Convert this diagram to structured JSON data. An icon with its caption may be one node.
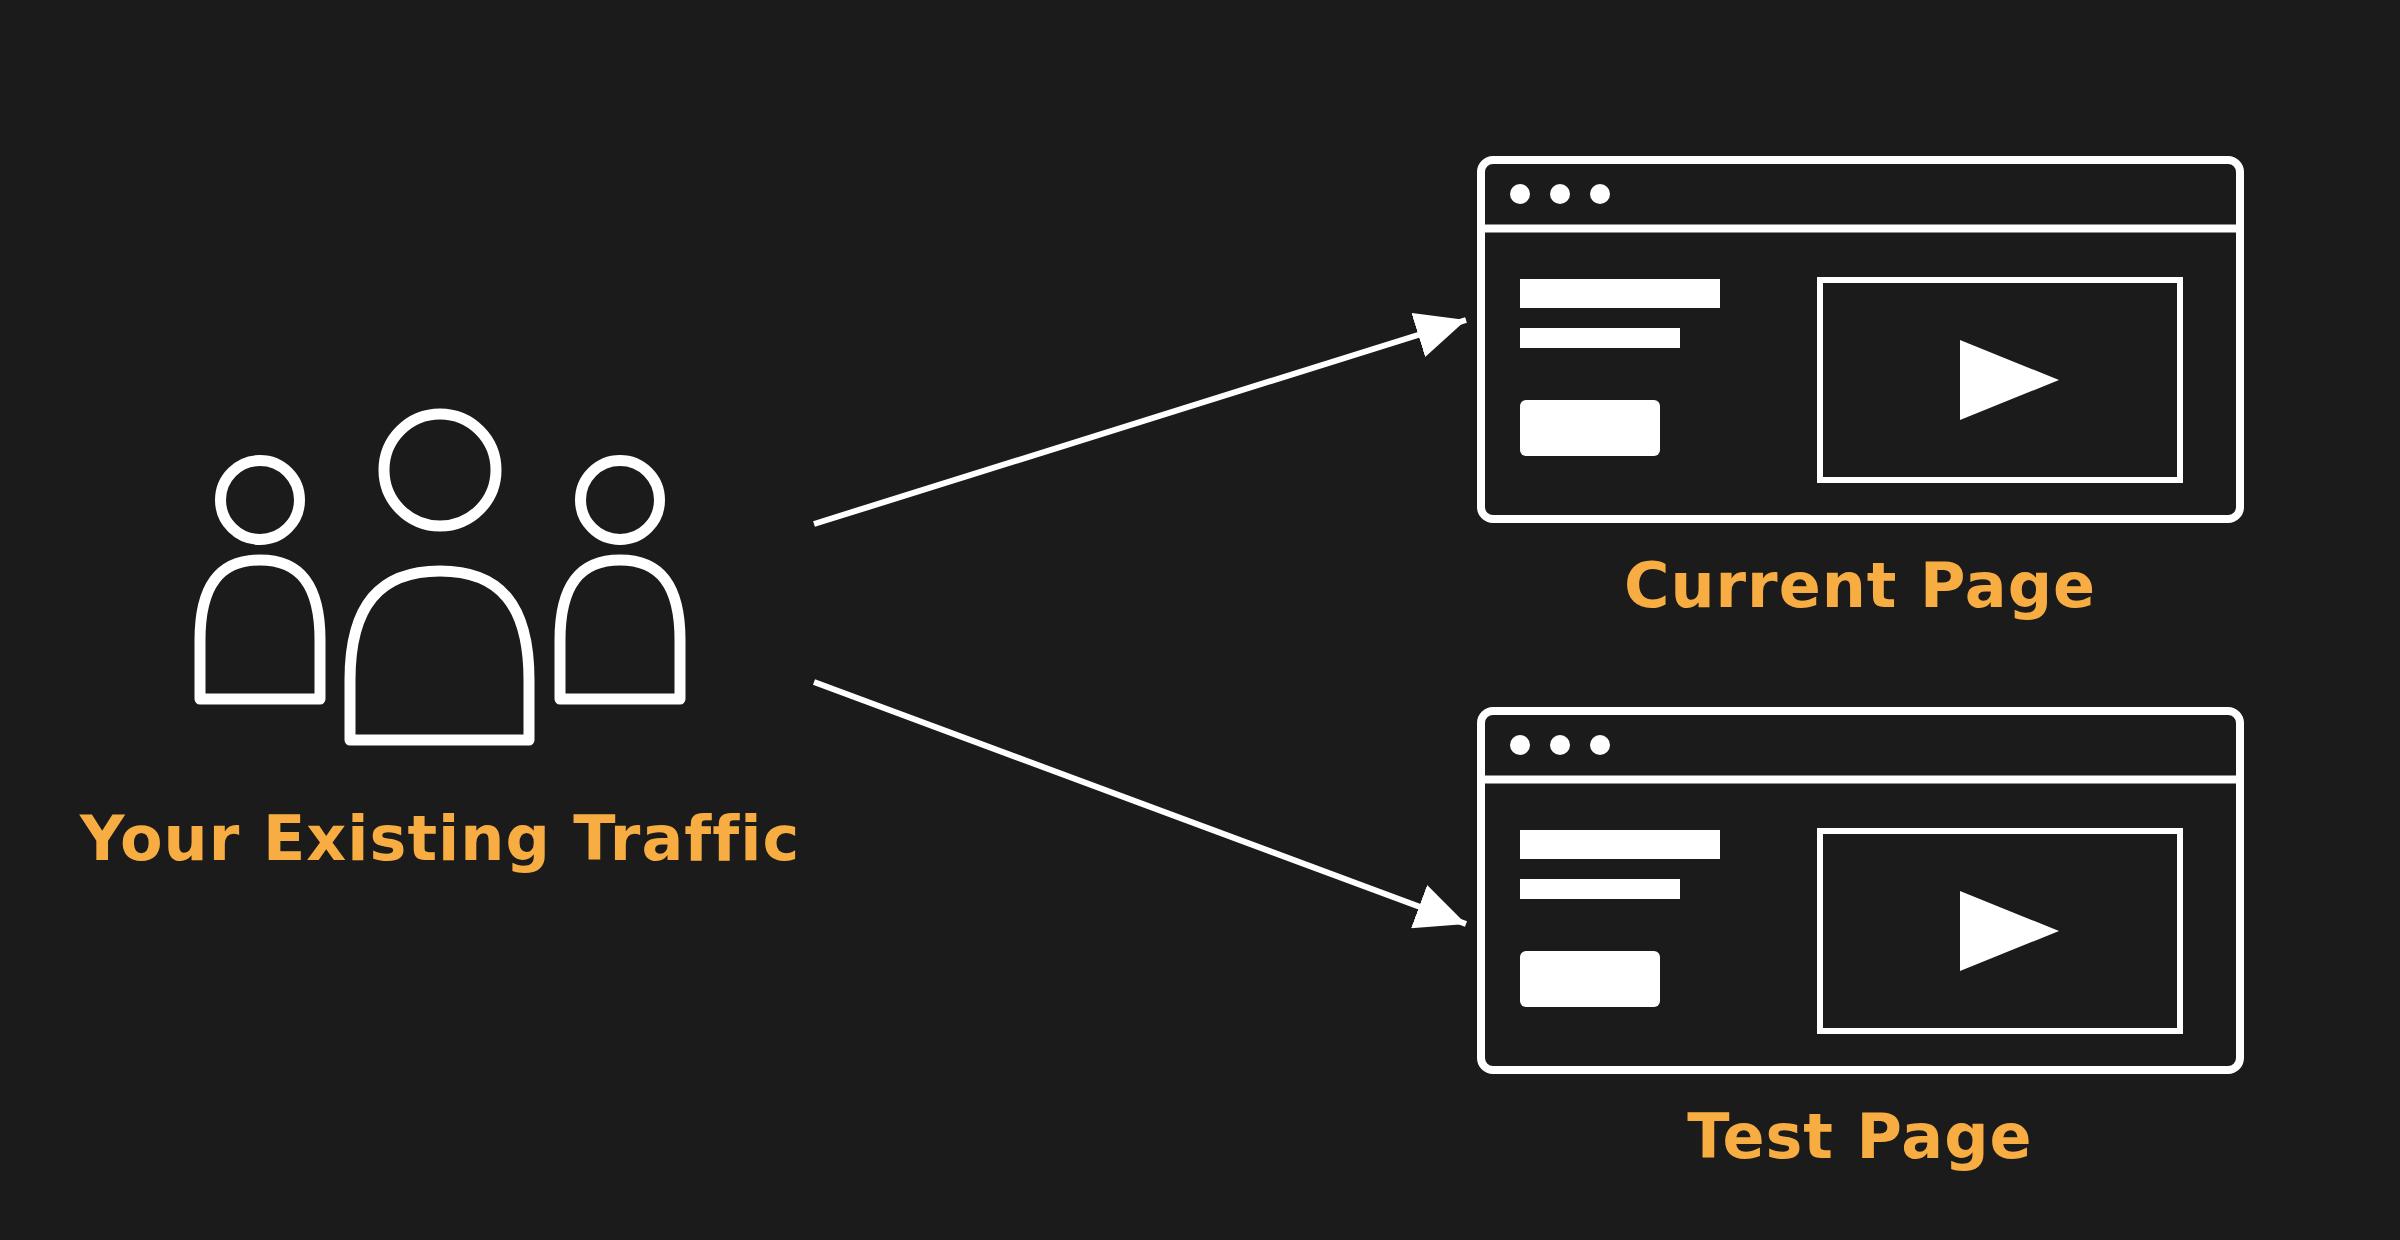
{
  "diagram": {
    "nodes": [
      {
        "text": [
          "Your Existing Traffic"
        ]
      },
      {
        "text": [
          "Current Page"
        ]
      },
      {
        "text": [
          "Test Page"
        ]
      }
    ],
    "edges": [
      {
        "from": 0,
        "to": 1,
        "arrow": "to"
      },
      {
        "from": 0,
        "to": 2,
        "arrow": "to"
      }
    ]
  }
}
